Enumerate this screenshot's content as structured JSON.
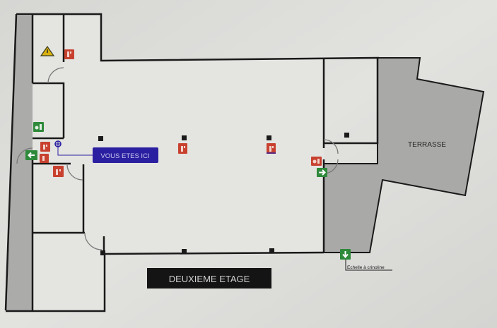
{
  "plan": {
    "floor_label": "DEUXIEME ETAGE",
    "you_are_here_label": "VOUS ETES ICI",
    "terrace_label": "TERRASSE",
    "ladder_label": "Echelle à crinoline"
  },
  "colors": {
    "background": "#dcdcd9",
    "floor": "#e6e6e3",
    "shaded_zone": "#a9a9a7",
    "wall": "#1a1a1a",
    "fire_equipment": "#c8412f",
    "exit_sign": "#2e8a3a",
    "you_are_here": "#2a1fa0",
    "floor_label_bg": "#141414",
    "floor_label_text": "#d8d8d8",
    "warning": "#d8b010"
  },
  "icons": {
    "fire_extinguisher": "fire-extinguisher-icon",
    "fire_alarm": "fire-alarm-icon",
    "exit_left": "exit-arrow-left-icon",
    "exit_right": "exit-arrow-right-icon",
    "exit_down": "exit-arrow-down-icon",
    "first_aid": "evacuation-point-icon",
    "warning": "warning-triangle-icon",
    "position_marker": "you-are-here-marker-icon",
    "column": "column-marker"
  }
}
